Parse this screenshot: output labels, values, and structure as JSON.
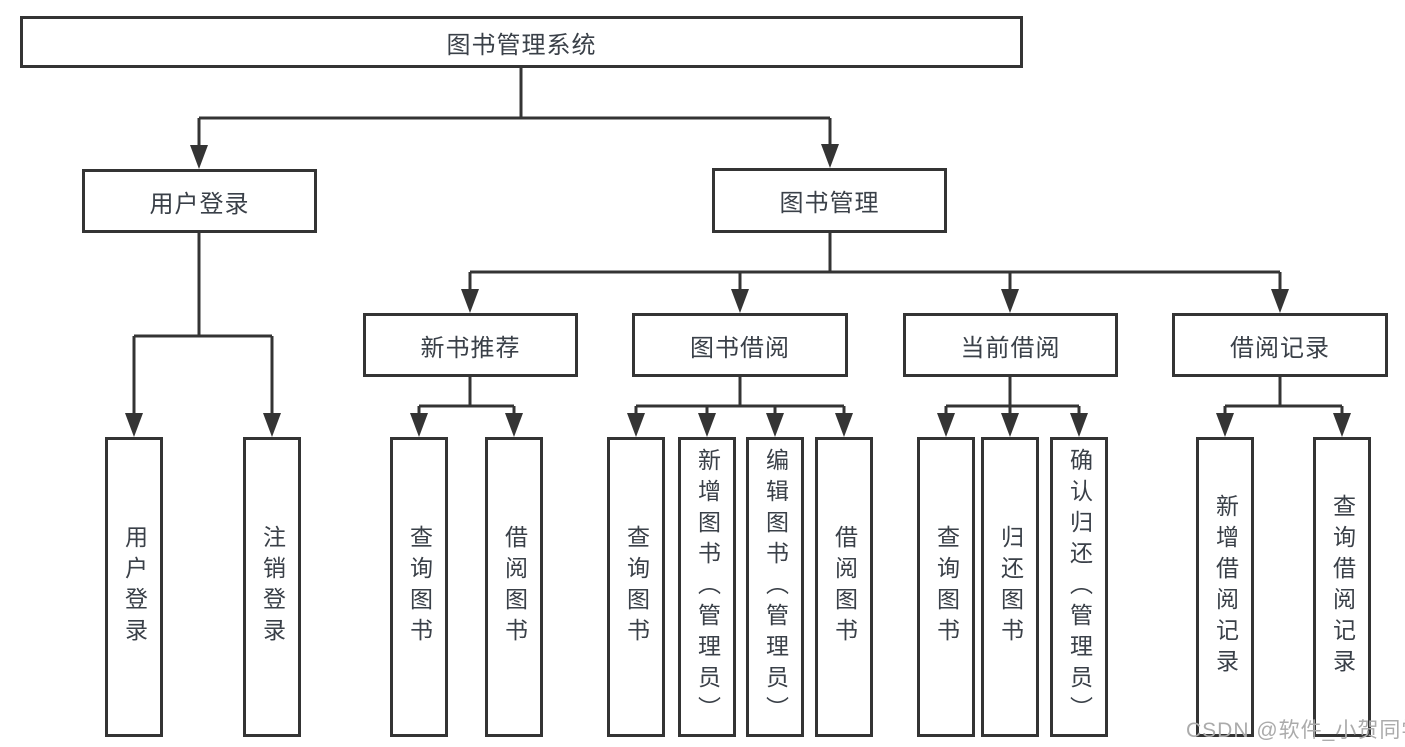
{
  "tree": {
    "root": {
      "label": "图书管理系统"
    },
    "children": [
      {
        "label": "用户登录",
        "children": [
          {
            "label": "用户登录"
          },
          {
            "label": "注销登录"
          }
        ]
      },
      {
        "label": "图书管理",
        "children": [
          {
            "label": "新书推荐",
            "children": [
              {
                "label": "查询图书"
              },
              {
                "label": "借阅图书"
              }
            ]
          },
          {
            "label": "图书借阅",
            "children": [
              {
                "label": "查询图书"
              },
              {
                "label": "新增图书（管理员）"
              },
              {
                "label": "编辑图书（管理员）"
              },
              {
                "label": "借阅图书"
              }
            ]
          },
          {
            "label": "当前借阅",
            "children": [
              {
                "label": "查询图书"
              },
              {
                "label": "归还图书"
              },
              {
                "label": "确认归还（管理员）"
              }
            ]
          },
          {
            "label": "借阅记录",
            "children": [
              {
                "label": "新增借阅记录"
              },
              {
                "label": "查询借阅记录"
              }
            ]
          }
        ]
      }
    ]
  },
  "watermark": {
    "text": "CSDN @软件_小贺同学"
  },
  "colors": {
    "line": "#343434",
    "text": "#3a4048",
    "watermark": "#ababab",
    "background": "#ffffff"
  }
}
